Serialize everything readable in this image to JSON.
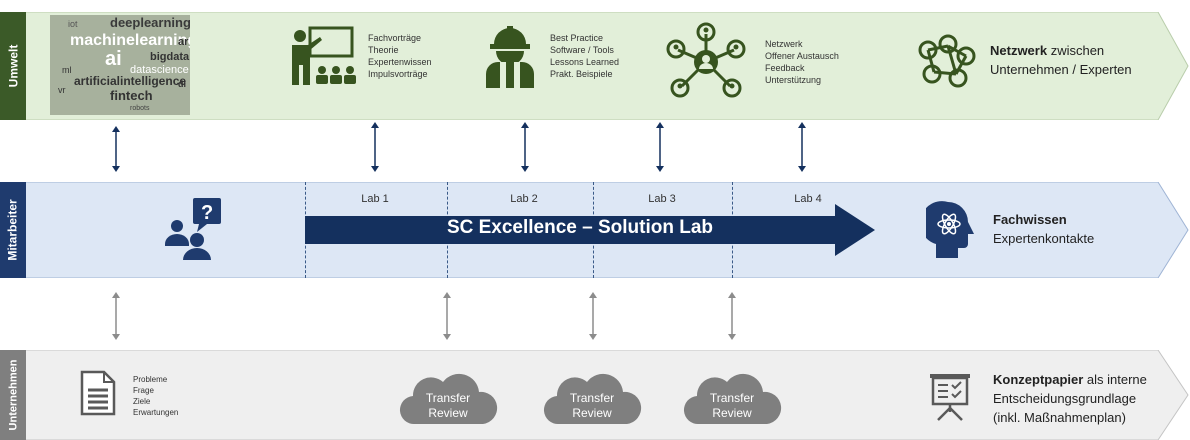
{
  "bands": {
    "umwelt": {
      "label": "Umwelt"
    },
    "mitarbeiter": {
      "label": "Mitarbeiter"
    },
    "unternehmen": {
      "label": "Unternehmen"
    }
  },
  "umwelt": {
    "wordcloud": [
      "deeplearning",
      "machinelearning",
      "iot",
      "ai",
      "bigdata",
      "datascience",
      "artificialintelligence",
      "fintech",
      "robots",
      "dl",
      "ar",
      "vr",
      "ml"
    ],
    "block1": [
      "Fachvorträge",
      "Theorie",
      "Expertenwissen",
      "Impulsvorträge"
    ],
    "block2": [
      "Best Practice",
      "Software / Tools",
      "Lessons Learned",
      "Prakt. Beispiele"
    ],
    "block3": [
      "Netzwerk",
      "Offener Austausch",
      "Feedback",
      "Unterstützung"
    ],
    "result_bold": "Netzwerk",
    "result_rest": " zwischen",
    "result_line2": "Unternehmen / Experten"
  },
  "mitarbeiter": {
    "labs": [
      "Lab 1",
      "Lab 2",
      "Lab 3",
      "Lab 4"
    ],
    "main_title": "SC Excellence – Solution Lab",
    "result_bold": "Fachwissen",
    "result_line2": "Expertenkontakte"
  },
  "unternehmen": {
    "doc_items": [
      "Probleme",
      "Frage",
      "Ziele",
      "Erwartungen"
    ],
    "cloud_line1": "Transfer",
    "cloud_line2": "Review",
    "result_bold": "Konzeptpapier",
    "result_rest": " als interne",
    "result_line2": "Entscheidungsgrundlage",
    "result_line3": "(inkl. Maßnahmenplan)"
  },
  "colors": {
    "umwelt_bg": "#e2efd9",
    "umwelt_side": "#3b5a28",
    "mitarbeiter_bg": "#dde7f5",
    "mitarbeiter_side": "#1f3b6e",
    "unternehmen_bg": "#efefef",
    "unternehmen_side": "#7f7f7f",
    "navy": "#14305e",
    "green_icon": "#37541f",
    "cloud": "#7f7f7f"
  }
}
